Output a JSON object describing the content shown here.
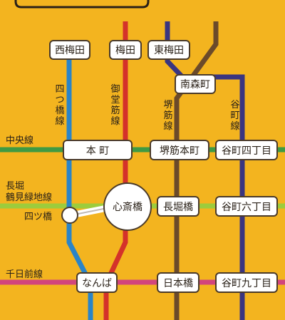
{
  "colors": {
    "background": "#f3b41f",
    "yotsubashi_line": "#2a84c8",
    "midosuji_line": "#d4322a",
    "sakaisuji_line": "#6b4a2a",
    "tanimachi_line": "#3a3580",
    "chuo_line": "#3f9a43",
    "nagahori_line": "#9ccc3c",
    "sennichimae_line": "#d2457d"
  },
  "lines": {
    "yotsubashi": "四つ橋線",
    "midosuji": "御堂筋線",
    "sakaisuji": "堺筋線",
    "tanimachi": "谷町線",
    "chuo": "中央線",
    "nagahori": [
      "長堀",
      "鶴見緑地線"
    ],
    "sennichimae": "千日前線"
  },
  "stations": {
    "nishi_umeda": "西梅田",
    "umeda": "梅田",
    "higashi_umeda": "東梅田",
    "minami_morimachi": "南森町",
    "hommachi": "本 町",
    "sakaisuji_hommachi": "堺筋本町",
    "tanimachi_4": "谷町四丁目",
    "shinsaibashi": "心斎橋",
    "yotsubashi": "四ツ橋",
    "nagahoribashi": "長堀橋",
    "tanimachi_6": "谷町六丁目",
    "namba": "なんば",
    "nippombashi": "日本橋",
    "tanimachi_9": "谷町九丁目"
  }
}
